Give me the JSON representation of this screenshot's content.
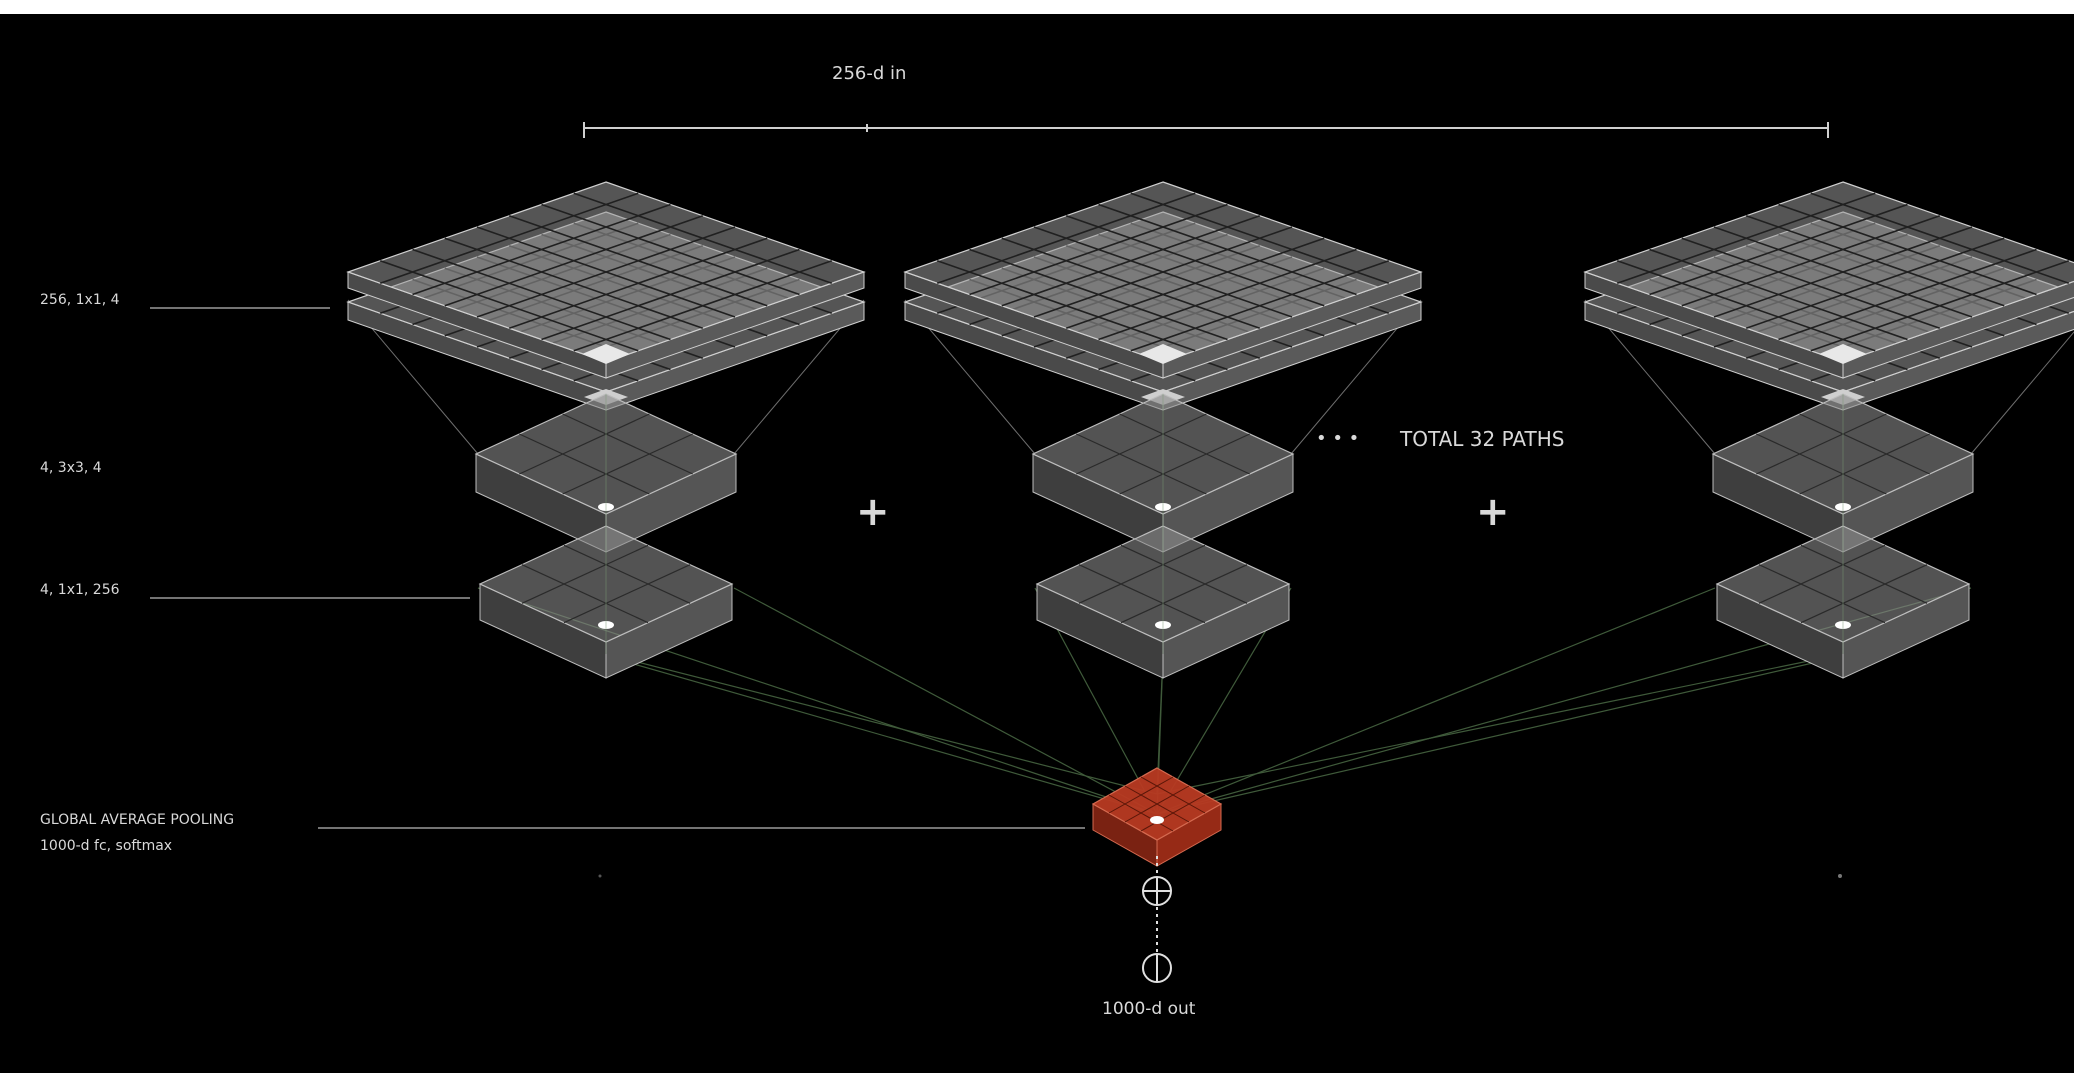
{
  "diagram": {
    "input_label": "256-d in",
    "layer_labels": {
      "reduce": "256, 1x1, 4",
      "conv": "4, 3x3, 4",
      "expand": "4, 1x1, 256",
      "pooling": "GLOBAL AVERAGE POOLING",
      "fc": "1000-d fc, softmax"
    },
    "path_ellipsis": "• • •",
    "total_paths": "TOTAL 32 PATHS",
    "plus_symbol": "+",
    "output_label": "1000-d out",
    "path_count_shown": 3,
    "colors": {
      "background": "#000000",
      "block_fill": "#8a8a8a",
      "pool_block": "#b83a22",
      "connector": "#3f5a3a",
      "text": "#d9d9d9"
    }
  }
}
